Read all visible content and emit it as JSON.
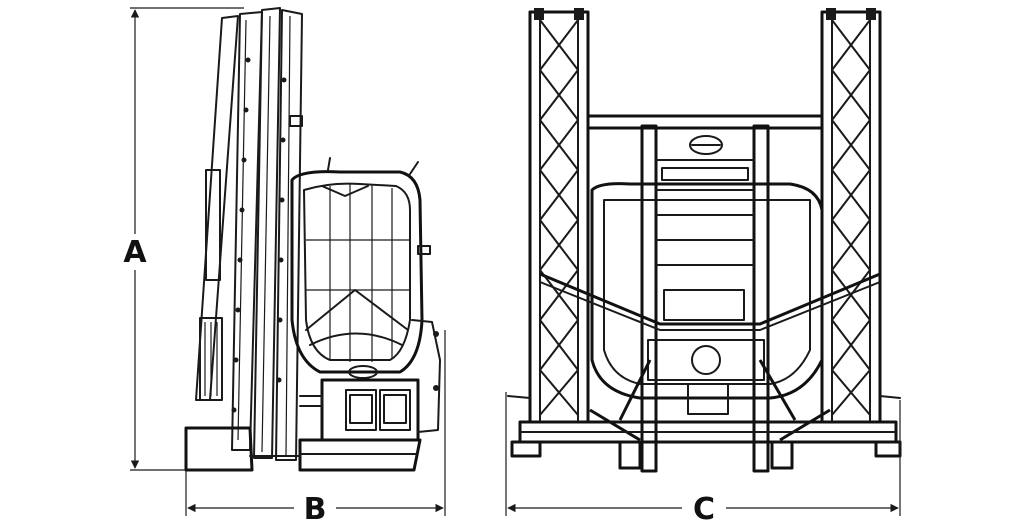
{
  "dimensions": {
    "height_label": "A",
    "length_label": "B",
    "width_label": "C"
  },
  "views": [
    "side-view",
    "rear-view"
  ],
  "colors": {
    "line": "#1a1a1a",
    "background": "#ffffff"
  }
}
